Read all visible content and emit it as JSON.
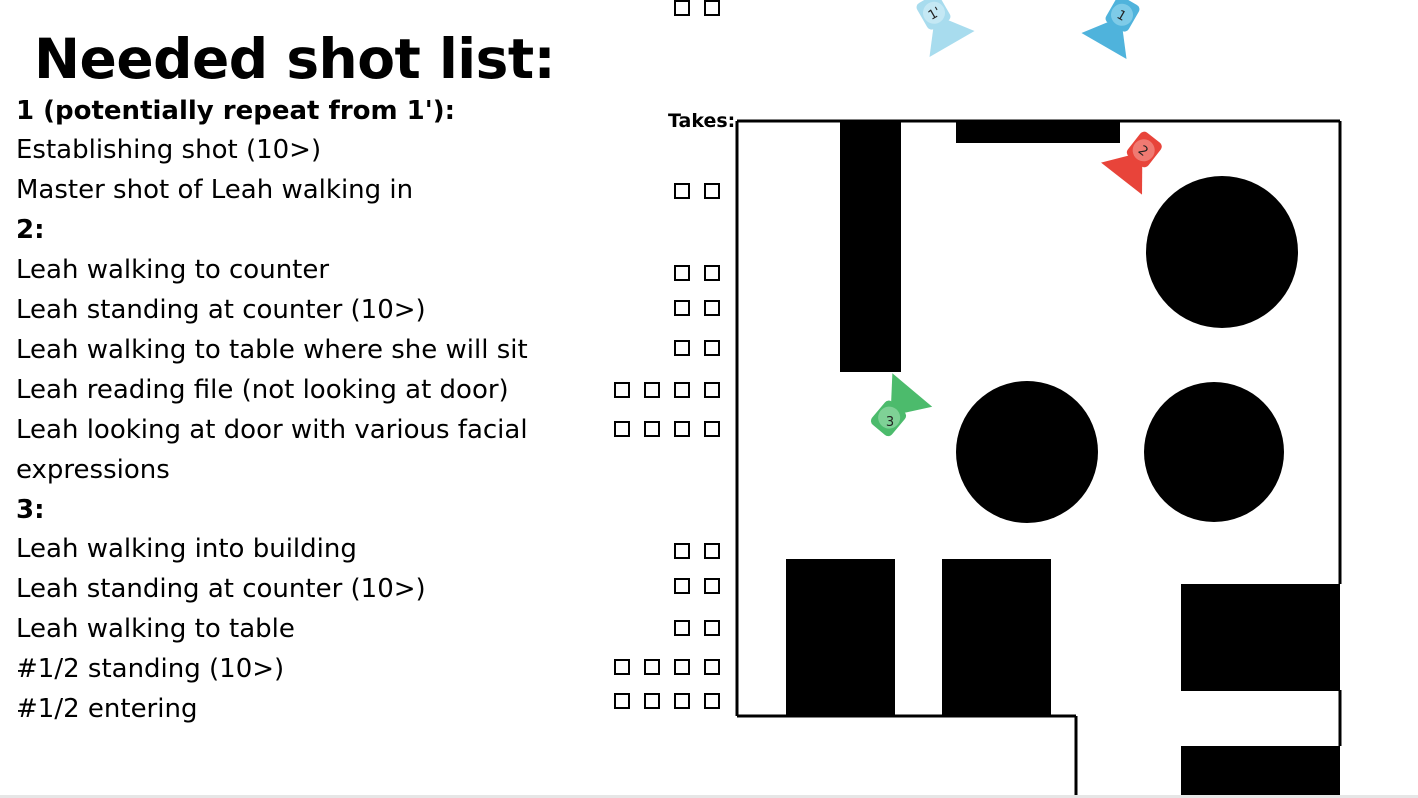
{
  "title": "Needed shot list:",
  "takes_label": "Takes:",
  "list": [
    {
      "text": "1 (potentially repeat from 1'):",
      "heading": true,
      "boxes": 0
    },
    {
      "text": "Establishing shot (10>)",
      "heading": false,
      "boxes": 2
    },
    {
      "text": "Master shot of Leah walking in",
      "heading": false,
      "boxes": 2
    },
    {
      "text": "2:",
      "heading": true,
      "boxes": 0
    },
    {
      "text": "Leah walking to counter",
      "heading": false,
      "boxes": 2
    },
    {
      "text": "Leah standing at counter (10>)",
      "heading": false,
      "boxes": 2
    },
    {
      "text": "Leah walking to table where she will sit",
      "heading": false,
      "boxes": 2
    },
    {
      "text": "Leah reading file (not looking at door)",
      "heading": false,
      "boxes": 4
    },
    {
      "text": "Leah looking at door with various facial",
      "heading": false,
      "boxes": 4
    },
    {
      "text": "expressions",
      "heading": false,
      "boxes": 0
    },
    {
      "text": "3:",
      "heading": true,
      "boxes": 0
    },
    {
      "text": "Leah walking into building",
      "heading": false,
      "boxes": 2
    },
    {
      "text": "Leah standing at counter (10>)",
      "heading": false,
      "boxes": 2
    },
    {
      "text": "Leah walking to table",
      "heading": false,
      "boxes": 2
    },
    {
      "text": "#1/2 standing (10>)",
      "heading": false,
      "boxes": 4
    },
    {
      "text": "#1/2 entering",
      "heading": false,
      "boxes": 4
    }
  ],
  "cameras": [
    {
      "label": "1'",
      "color": "#a8dcee",
      "icon": "camera-icon"
    },
    {
      "label": "1",
      "color": "#4fb3dc",
      "icon": "camera-icon"
    },
    {
      "label": "2",
      "color": "#e8443a",
      "icon": "camera-icon"
    },
    {
      "label": "3",
      "color": "#4cbb6c",
      "icon": "camera-icon"
    }
  ]
}
